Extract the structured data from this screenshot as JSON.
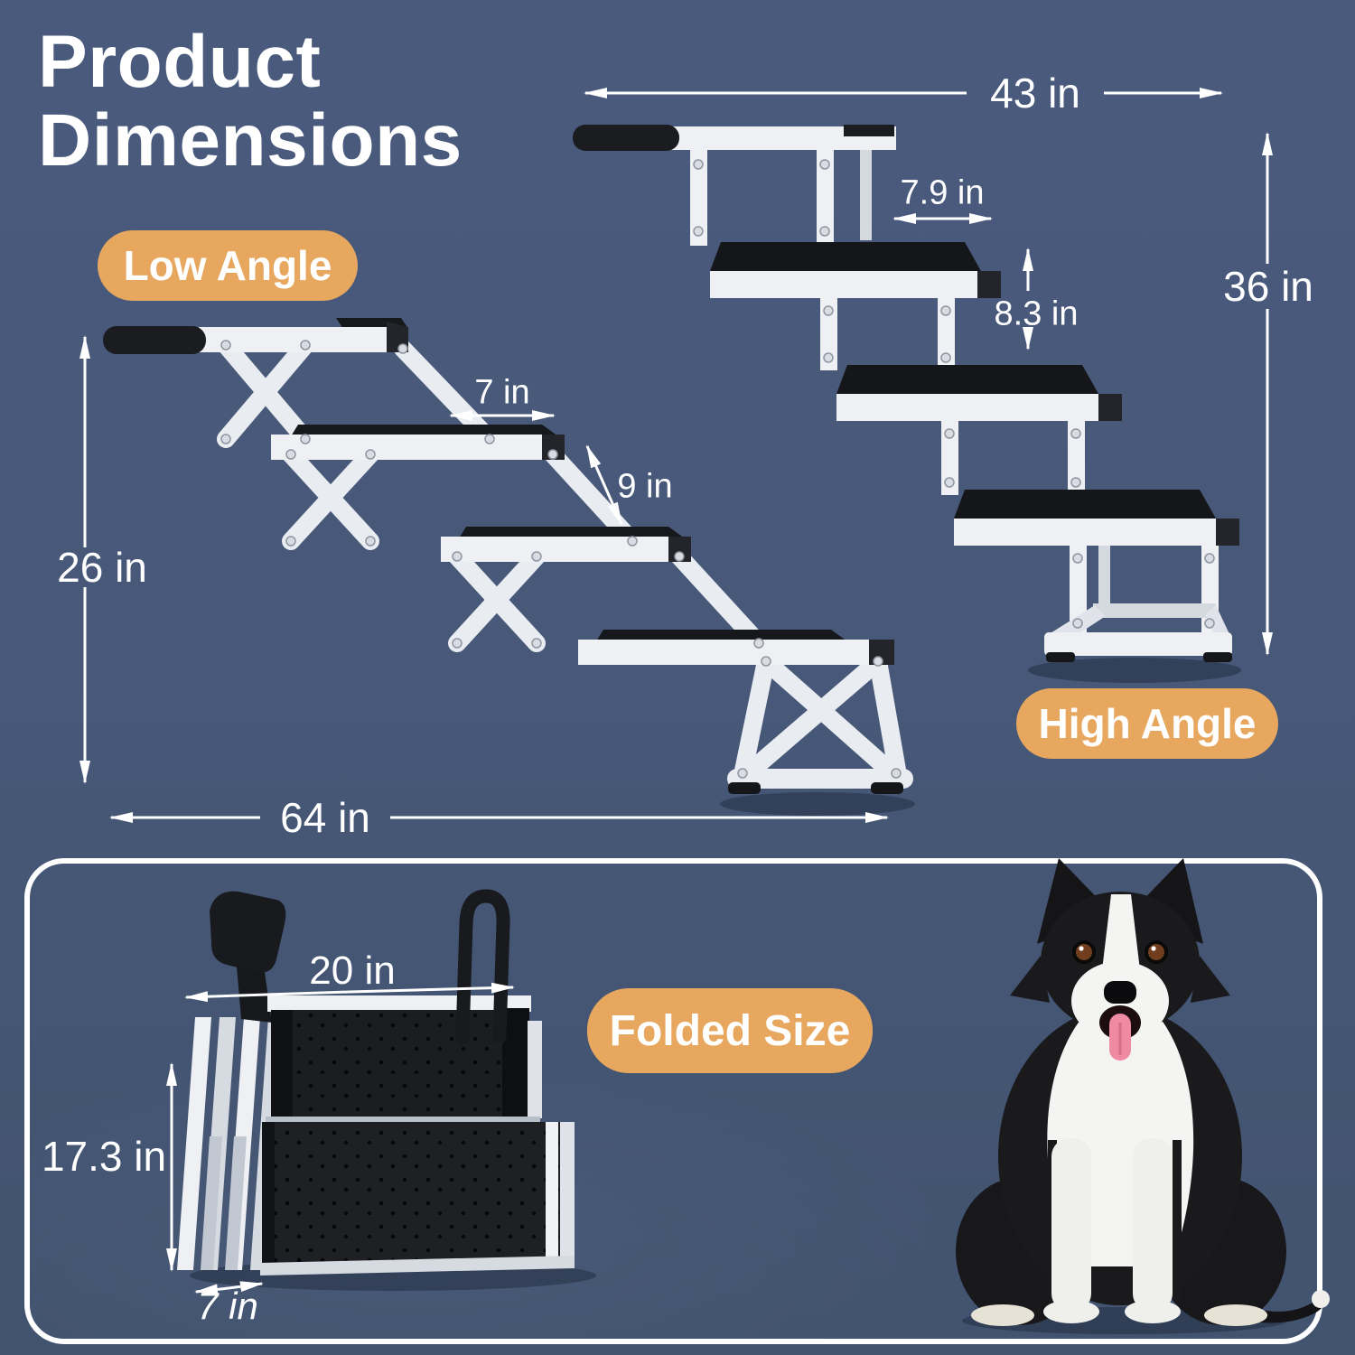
{
  "title": {
    "line1": "Product",
    "line2": "Dimensions"
  },
  "badges": {
    "low_angle": "Low Angle",
    "high_angle": "High Angle",
    "folded_size": "Folded Size"
  },
  "dimension_labels": {
    "high_length": "43 in",
    "high_step_depth": "7.9 in",
    "high_step_rise": "8.3 in",
    "high_height": "36 in",
    "low_step_depth": "7 in",
    "low_step_rise": "9 in",
    "low_height": "26 in",
    "low_length": "64 in",
    "folded_width": "20 in",
    "folded_height": "17.3 in",
    "folded_depth": "7 in"
  },
  "colors": {
    "background": "#475878",
    "badge_orange": "#E7A75F",
    "text_white": "#FFFFFF",
    "panel_border": "#FFFFFF",
    "metal_light": "#EEF0F4",
    "tread_black": "#17181B"
  }
}
